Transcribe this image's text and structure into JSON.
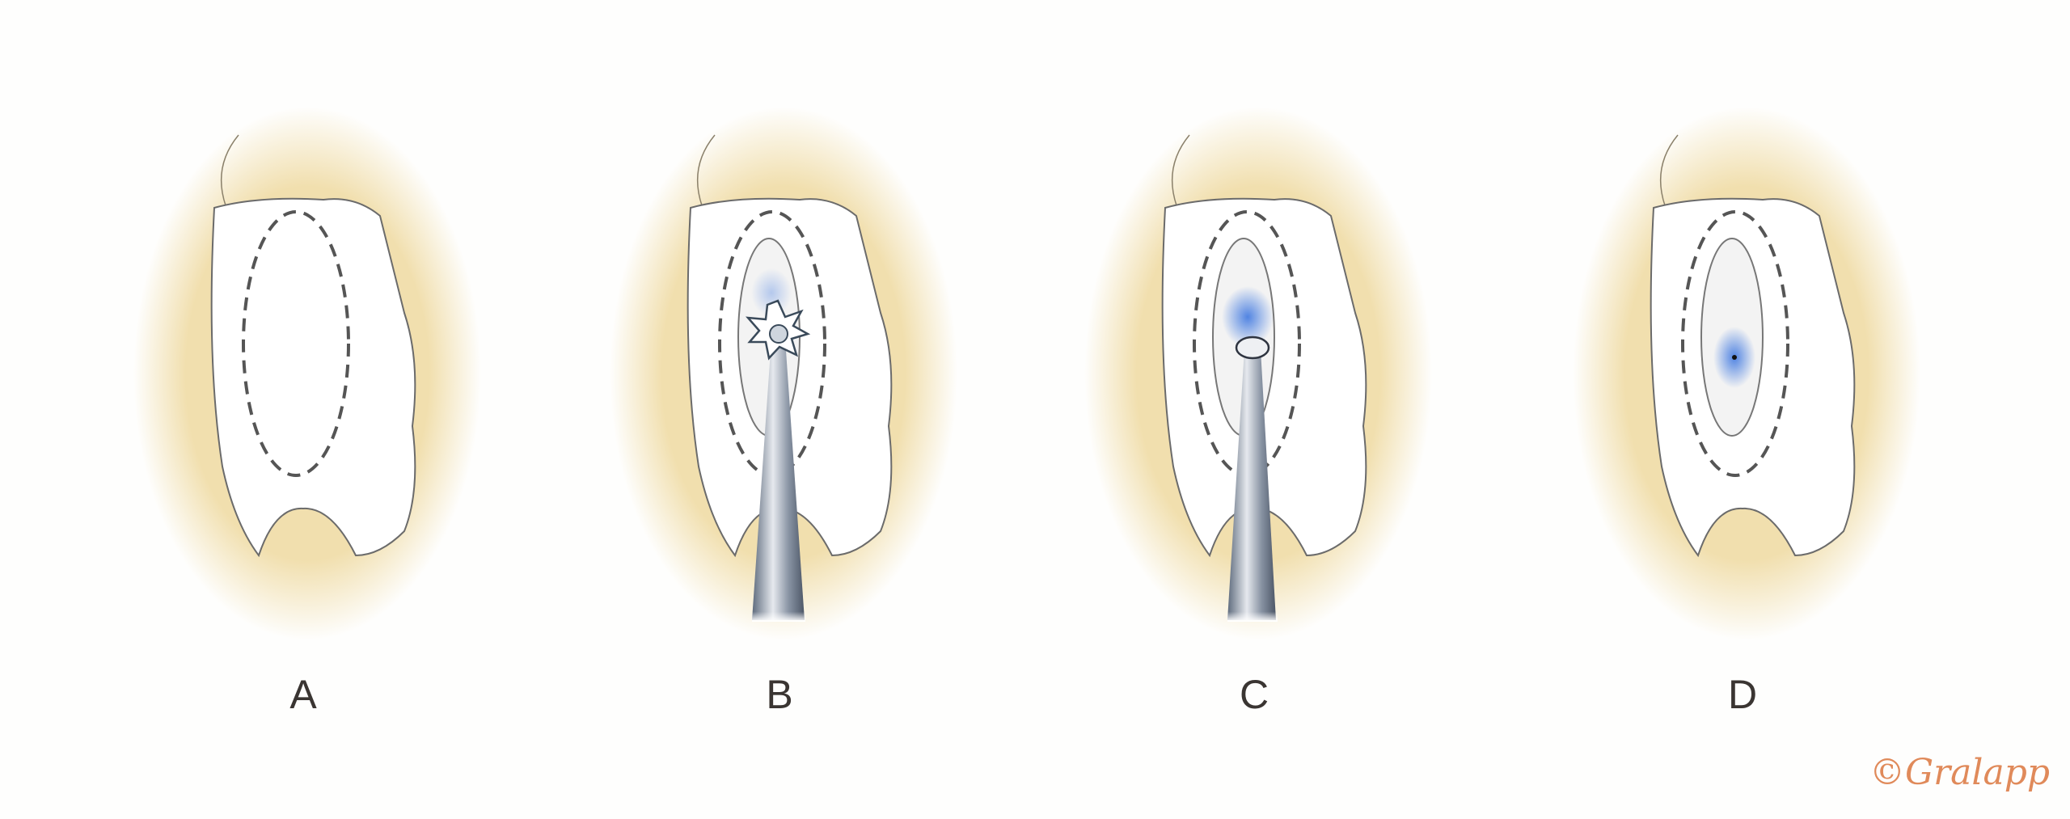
{
  "panels": [
    {
      "label": "A",
      "excavation": false,
      "instrument": "none",
      "glow": "none"
    },
    {
      "label": "B",
      "excavation": true,
      "instrument": "burr",
      "glow": "faint"
    },
    {
      "label": "C",
      "excavation": true,
      "instrument": "ball",
      "glow": "strong"
    },
    {
      "label": "D",
      "excavation": true,
      "instrument": "none",
      "glow": "dot"
    }
  ],
  "signature": "©Gralapp",
  "colors": {
    "skin": "#f1dfae",
    "tissue": "#ffffff",
    "dash": "#555555",
    "glow": "#3f78e0",
    "signature": "#e08a5a"
  }
}
